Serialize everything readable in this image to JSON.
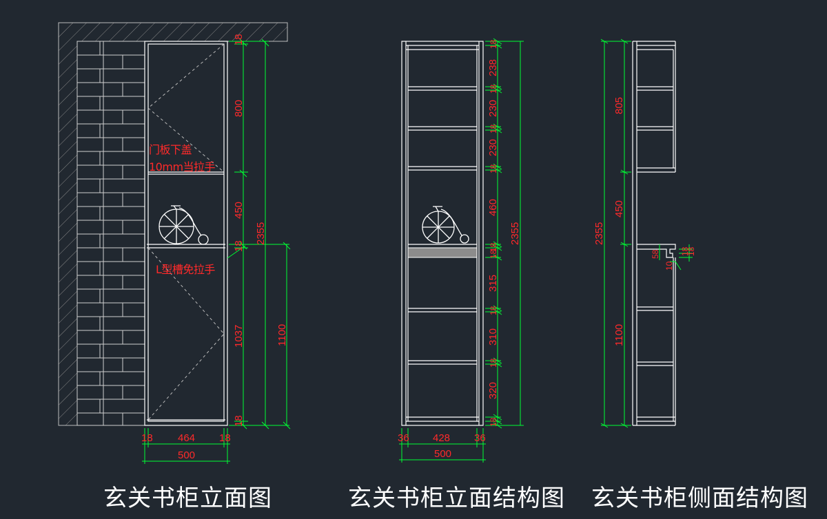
{
  "captions": {
    "elevation": "玄关书柜立面图",
    "elevation_structure": "玄关书柜立面结构图",
    "side_structure": "玄关书柜侧面结构图"
  },
  "notes": {
    "door_overlap_line1": "门板下盖",
    "door_overlap_line2": "10mm当拉手",
    "l_groove": "L型槽免拉手"
  },
  "dimensions": {
    "elevation": {
      "vertical_segments": [
        "18",
        "800",
        "450",
        "18",
        "1037",
        "18"
      ],
      "total_height": "2355",
      "lower_height": "1100",
      "horizontal": [
        "18",
        "464",
        "18"
      ],
      "total_width": "500"
    },
    "elevation_structure": {
      "vertical_segments": [
        "18",
        "238",
        "18",
        "230",
        "18",
        "230",
        "18",
        "460",
        "18",
        "18",
        "315",
        "18",
        "310",
        "18",
        "320",
        "18"
      ],
      "total_height": "2355",
      "horizontal": [
        "36",
        "428",
        "36"
      ],
      "total_width": "500"
    },
    "side_structure": {
      "vertical_segments": [
        "805",
        "450",
        "1100"
      ],
      "total_height": "2355",
      "groove": [
        "58",
        "10",
        "18",
        "18"
      ]
    }
  },
  "colors": {
    "background": "#212830",
    "lines": "#ffffff",
    "dimension_lines": "#00ff33",
    "dimension_text": "#ff2a2a",
    "wall_hatch": "#9a9a9a",
    "brick": "#cfcfcf"
  }
}
